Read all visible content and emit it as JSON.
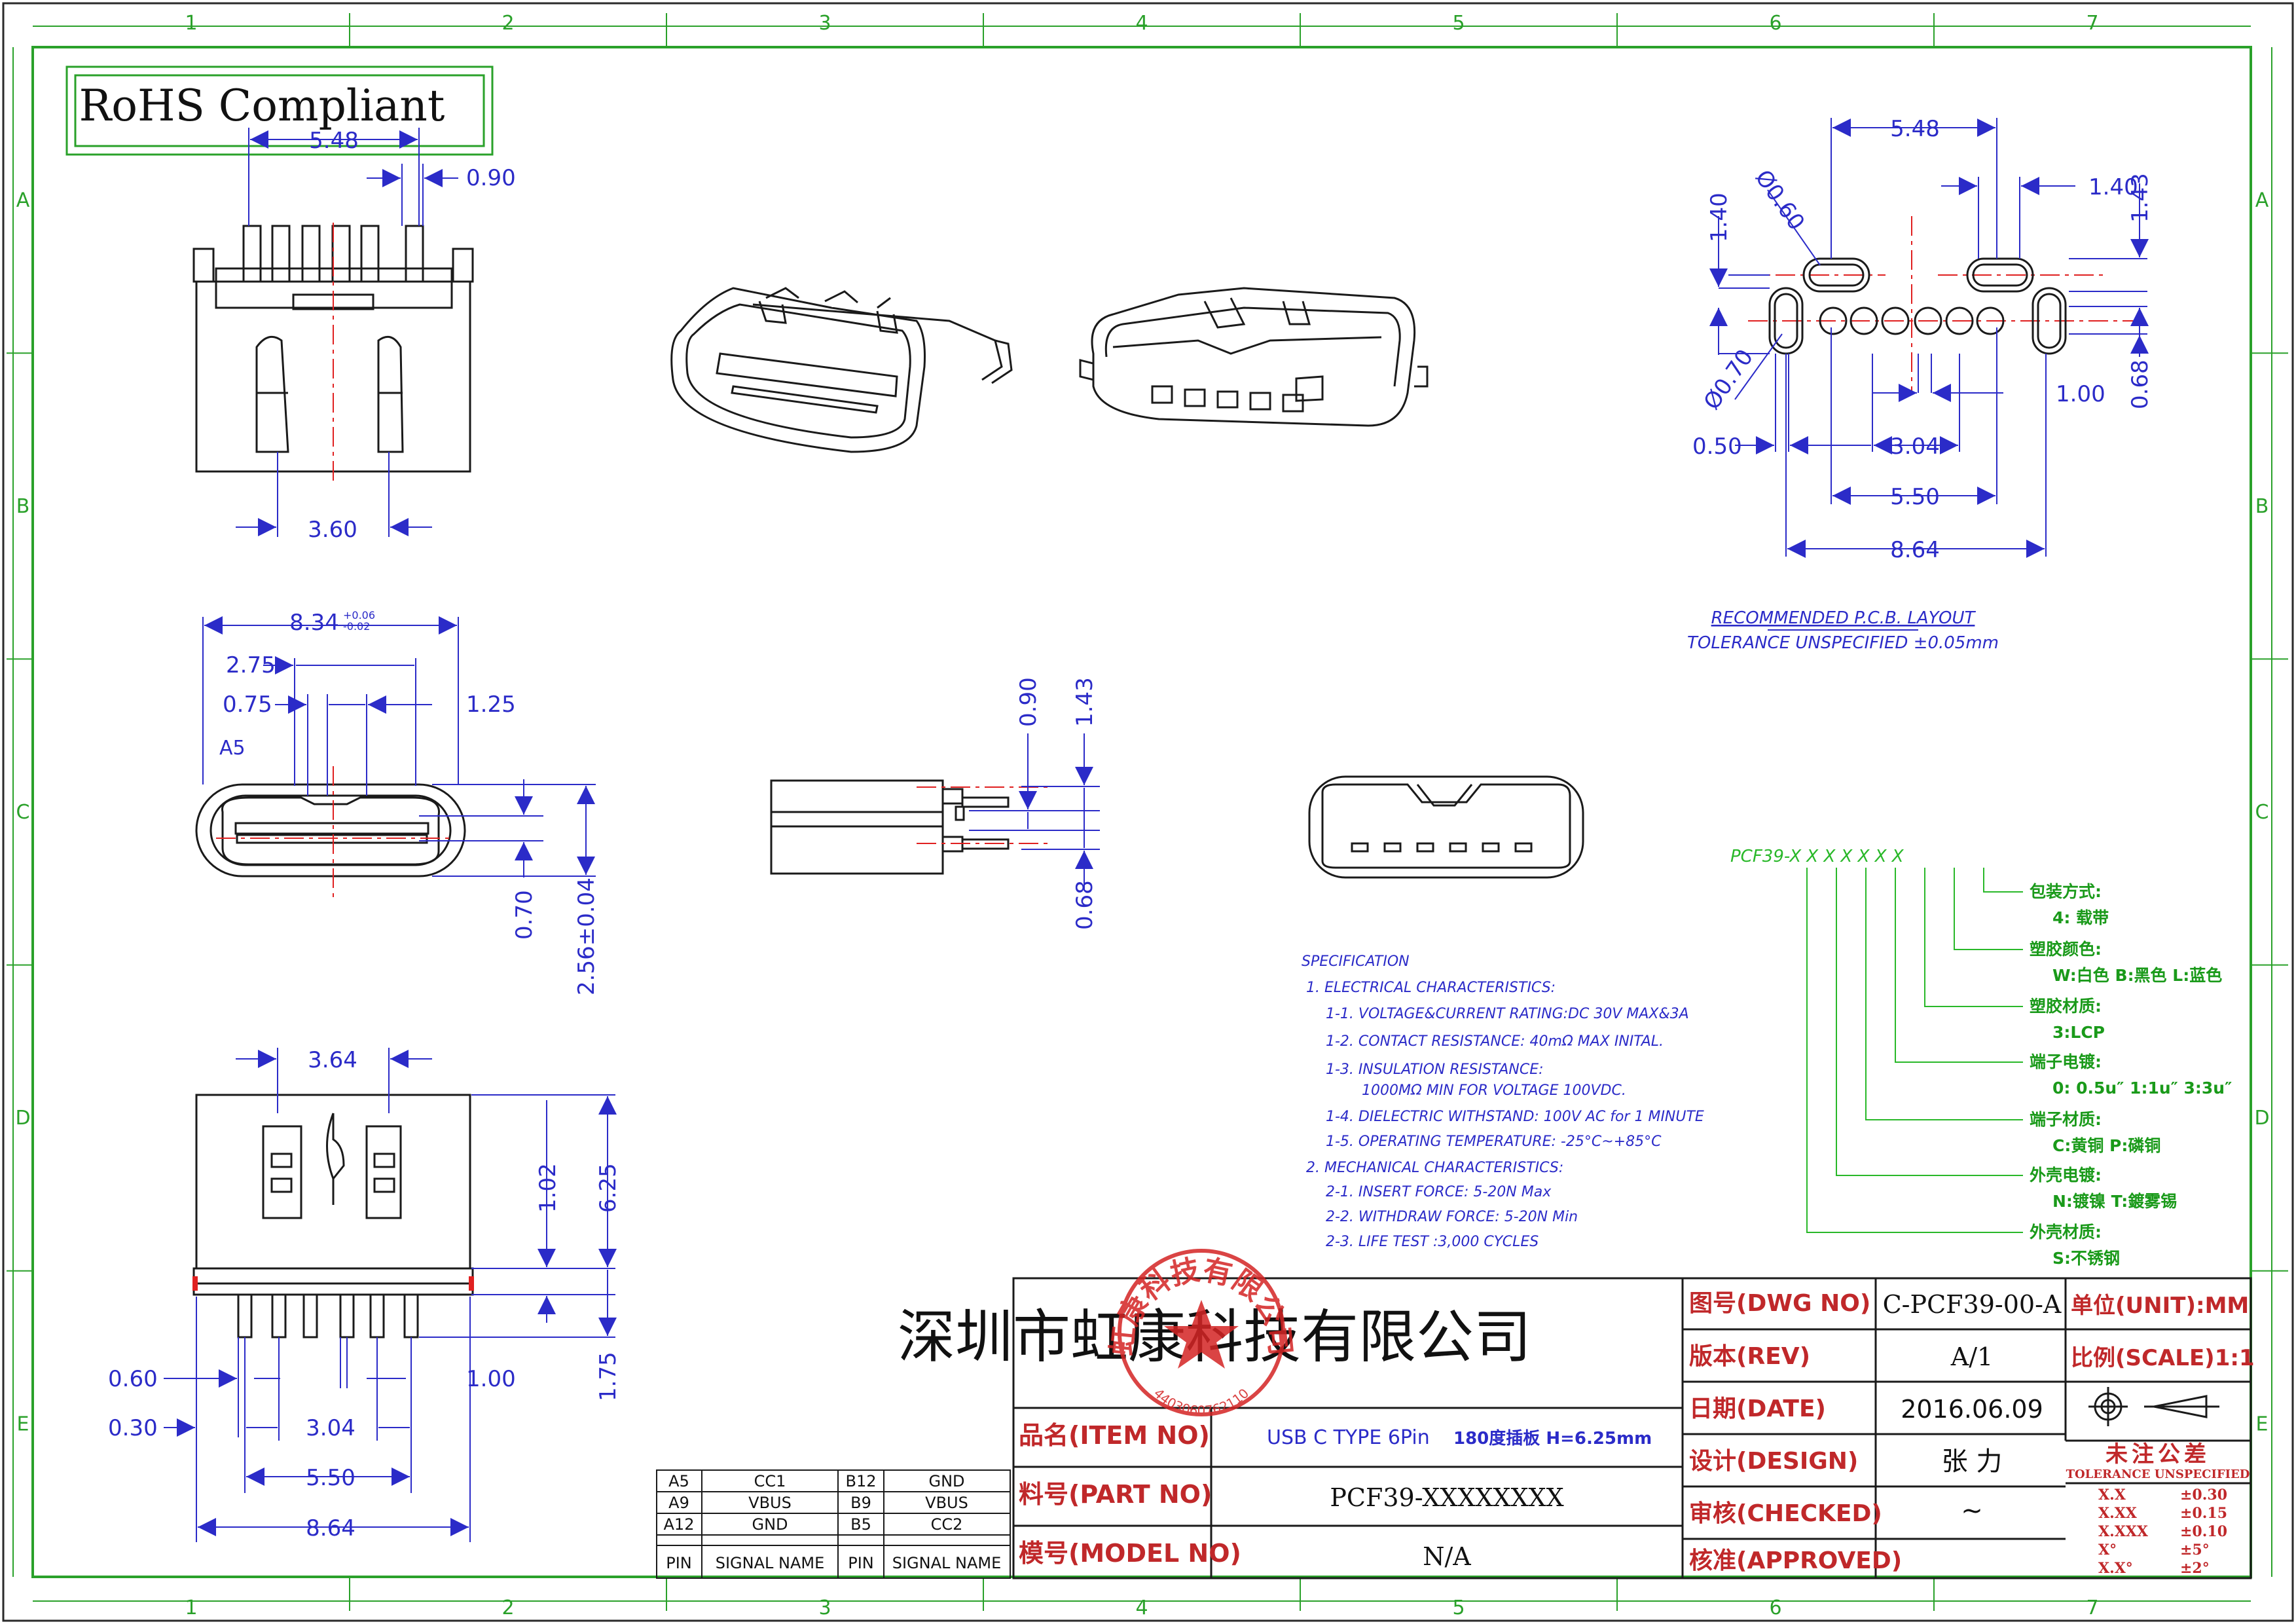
{
  "colors": {
    "outline": "#1a1a1a",
    "dimension": "#2b2bc8",
    "center": "#e02020",
    "code": "#29b829",
    "code_text": "#1a9a1a",
    "stamp": "#d42424"
  },
  "rohs": "RoHS Compliant",
  "zones": {
    "cols": [
      "1",
      "2",
      "3",
      "4",
      "5",
      "6",
      "7"
    ],
    "rows": [
      "A",
      "B",
      "C",
      "D",
      "E"
    ]
  },
  "top_view": {
    "d_548": "5.48",
    "d_090": "0.90",
    "d_360": "3.60"
  },
  "front_view": {
    "d_834": "8.34",
    "tol_plus": "+0.06",
    "tol_minus": "-0.02",
    "d_275": "2.75",
    "d_075": "0.75",
    "d_125": "1.25",
    "label_a5": "A5",
    "d_070": "0.70",
    "d_256": "2.56±0.04"
  },
  "side_view": {
    "d_090": "0.90",
    "d_143": "1.43",
    "d_068": "0.68"
  },
  "bottom_view": {
    "d_364": "3.64",
    "d_102": "1.02",
    "d_625": "6.25",
    "d_175": "1.75",
    "d_060": "0.60",
    "d_030": "0.30",
    "d_304": "3.04",
    "d_100": "1.00",
    "d_550": "5.50",
    "d_864": "8.64"
  },
  "pcb": {
    "d_548": "5.48",
    "d_140h": "1.40",
    "d_140v": "1.40",
    "d_143": "1.43",
    "d_060": "Ø0.60",
    "d_070": "Ø0.70",
    "d_050": "0.50",
    "d_304": "3.04",
    "d_100": "1.00",
    "d_068": "0.68",
    "d_550": "5.50",
    "d_864": "8.64",
    "title": "RECOMMENDED  P.C.B. LAYOUT",
    "tolerance": "TOLERANCE  UNSPECIFIED  ±0.05mm"
  },
  "spec": {
    "title": "SPECIFICATION",
    "lines": [
      "1. ELECTRICAL  CHARACTERISTICS:",
      "1-1. VOLTAGE&CURRENT  RATING:DC  30V  MAX&3A",
      "1-2. CONTACT  RESISTANCE: 40mΩ  MAX  INITAL.",
      "1-3. INSULATION  RESISTANCE:",
      "1000MΩ  MIN  FOR  VOLTAGE  100VDC.",
      "1-4. DIELECTRIC  WITHSTAND: 100V  AC  for  1  MINUTE",
      "1-5. OPERATING  TEMPERATURE: -25°C~+85°C",
      "2. MECHANICAL  CHARACTERISTICS:",
      "2-1. INSERT  FORCE: 5-20N  Max",
      "2-2. WITHDRAW  FORCE: 5-20N  Min",
      "2-3. LIFE  TEST :3,000  CYCLES"
    ]
  },
  "part_code": {
    "code": "PCF39-X   X   X   X   X   X   X",
    "items": [
      {
        "label": "包装方式:",
        "value": "4: 载带"
      },
      {
        "label": "塑胶颜色:",
        "value": "W:白色  B:黑色  L:蓝色"
      },
      {
        "label": "塑胶材质:",
        "value": "3:LCP"
      },
      {
        "label": "端子电镀:",
        "value": "0: 0.5u″  1:1u″  3:3u″"
      },
      {
        "label": "端子材质:",
        "value": "C:黄铜  P:磷铜"
      },
      {
        "label": "外壳电镀:",
        "value": "N:镀镍  T:鍍雾锡"
      },
      {
        "label": "外壳材质:",
        "value": "S:不锈钢"
      }
    ]
  },
  "pin_table": {
    "rows": [
      [
        "A5",
        "CC1",
        "B12",
        "GND"
      ],
      [
        "A9",
        "VBUS",
        "B9",
        "VBUS"
      ],
      [
        "A12",
        "GND",
        "B5",
        "CC2"
      ]
    ],
    "header": [
      "PIN",
      "SIGNAL  NAME",
      "PIN",
      "SIGNAL  NAME"
    ]
  },
  "title_block": {
    "company": "深圳市虹康科技有限公司",
    "item_label": "品名(ITEM NO)",
    "item_value_a": "USB C TYPE 6Pin",
    "item_value_b": "180度插板 H=6.25mm",
    "part_label": "料号(PART NO)",
    "part_value": "PCF39-XXXXXXXX",
    "model_label": "模号(MODEL NO)",
    "model_value": "N/A",
    "dwg_label": "图号(DWG NO)",
    "dwg_value": "C-PCF39-00-A",
    "unit": "单位(UNIT):MM",
    "rev_label": "版本(REV)",
    "rev_value": "A/1",
    "scale": "比例(SCALE)1:1",
    "date_label": "日期(DATE)",
    "date_value": "2016.06.09",
    "design_label": "设计(DESIGN)",
    "design_value": "张  力",
    "checked_label": "审核(CHECKED)",
    "checked_value": "~",
    "approved_label": "核准(APPROVED)",
    "tol_title": "未注公差",
    "tol_sub": "TOLERANCE UNSPECIFIED",
    "tol_rows": [
      [
        "X.X",
        "±0.30"
      ],
      [
        "X.XX",
        "±0.15"
      ],
      [
        "X.XXX",
        "±0.10"
      ],
      [
        "X°",
        "±5°"
      ],
      [
        "X.X°",
        "±2°"
      ]
    ]
  },
  "stamp": {
    "text": "虹康科技有限公司",
    "serial": "4403060762110"
  }
}
